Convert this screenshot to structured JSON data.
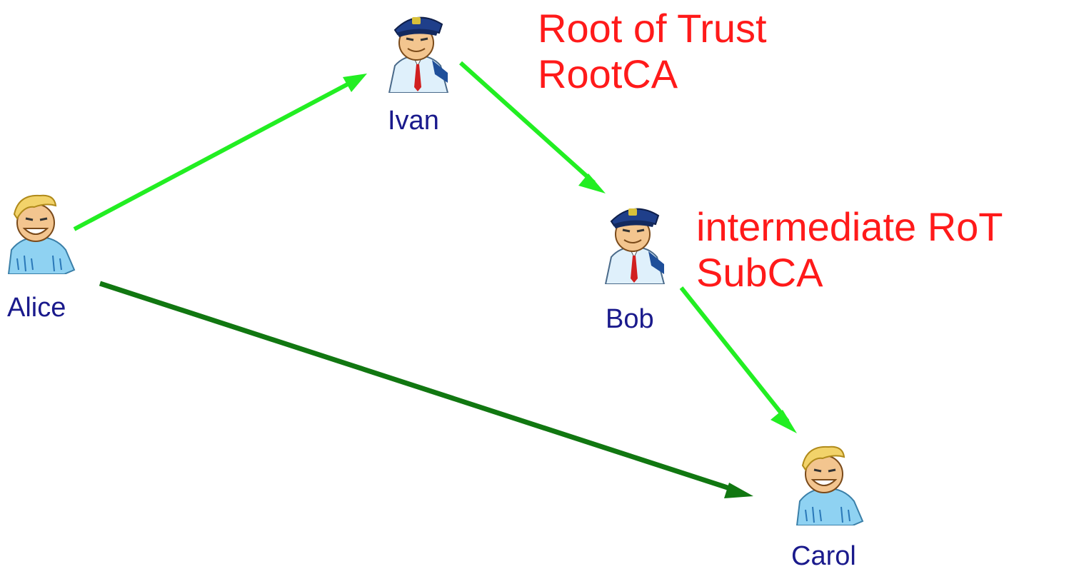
{
  "nodes": {
    "alice": {
      "label": "Alice",
      "role": "user",
      "icon": "user-icon"
    },
    "ivan": {
      "label": "Ivan",
      "role": "officer",
      "icon": "officer-icon"
    },
    "bob": {
      "label": "Bob",
      "role": "officer",
      "icon": "officer-icon"
    },
    "carol": {
      "label": "Carol",
      "role": "user",
      "icon": "user-icon"
    }
  },
  "annotations": {
    "root": {
      "line1": "Root of Trust",
      "line2": "RootCA"
    },
    "intermediate": {
      "line1": "intermediate RoT",
      "line2": "SubCA"
    }
  },
  "edges": [
    {
      "from": "Alice",
      "to": "Ivan",
      "color": "#22ee22"
    },
    {
      "from": "Ivan",
      "to": "Bob",
      "color": "#22ee22"
    },
    {
      "from": "Bob",
      "to": "Carol",
      "color": "#22ee22"
    },
    {
      "from": "Alice",
      "to": "Carol",
      "color": "#117711"
    }
  ],
  "colors": {
    "label_text": "#1a1a8c",
    "annotation_text": "#ff1a1a",
    "arrow_light": "#22ee22",
    "arrow_dark": "#117711"
  }
}
